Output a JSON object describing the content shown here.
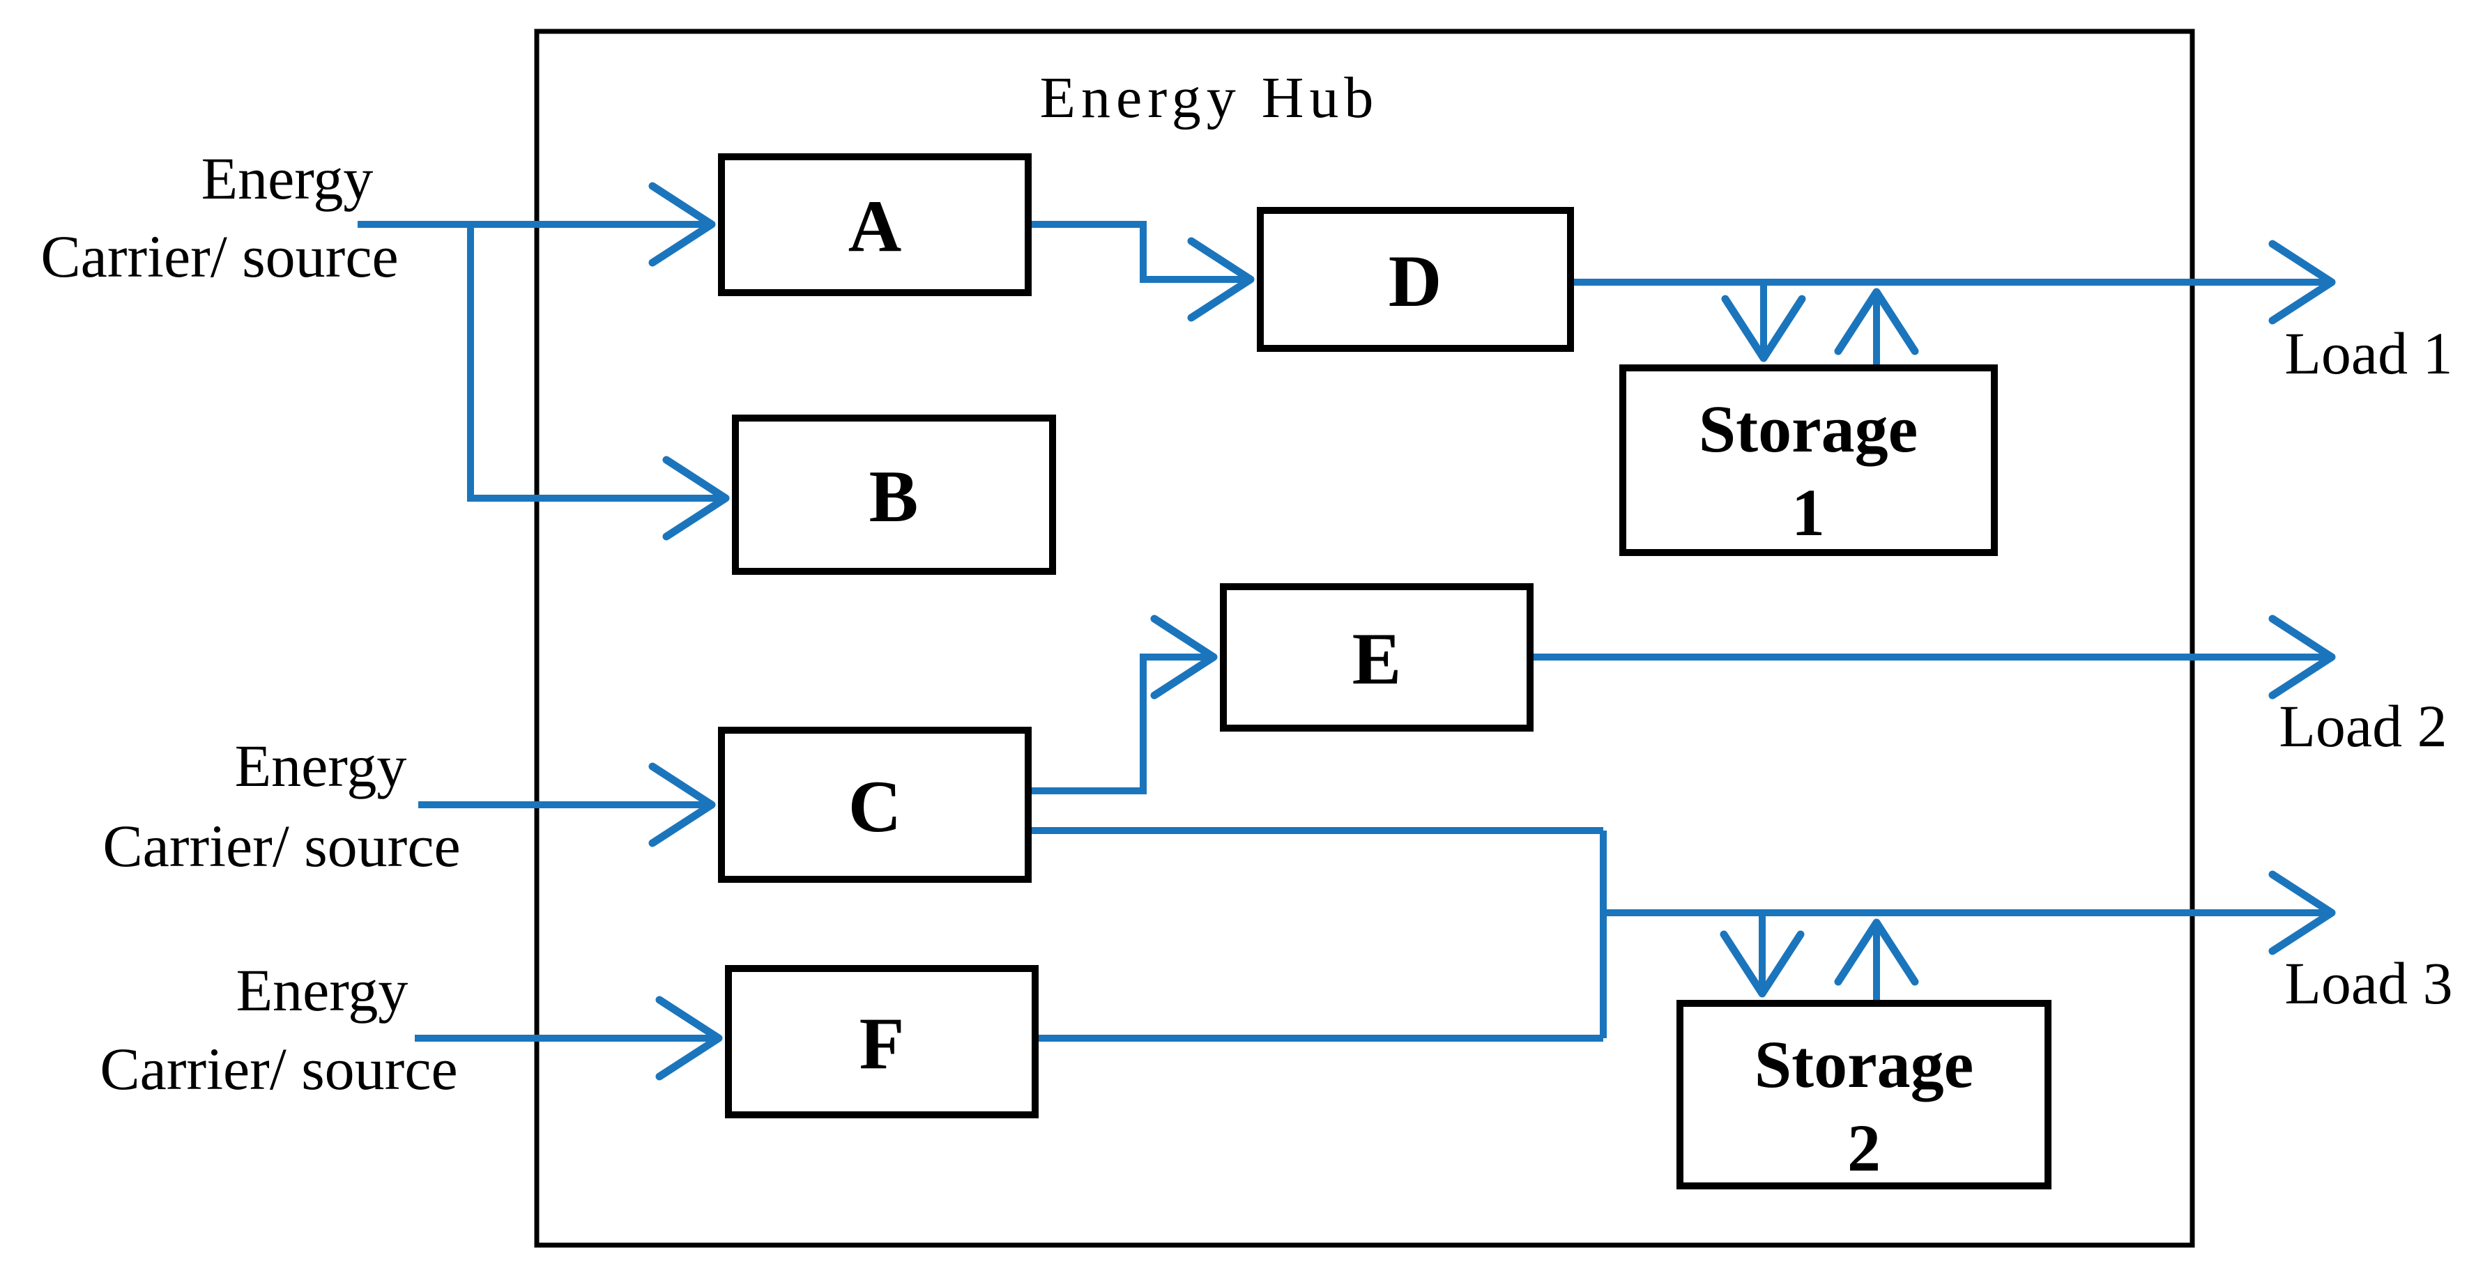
{
  "diagram": {
    "title": "Energy Hub",
    "inputs": [
      {
        "line1": "Energy",
        "line2": "Carrier/ source"
      },
      {
        "line1": "Energy",
        "line2": "Carrier/ source"
      },
      {
        "line1": "Energy",
        "line2": "Carrier/ source"
      }
    ],
    "converters": {
      "a": {
        "label": "A"
      },
      "b": {
        "label": "B"
      },
      "c": {
        "label": "C"
      },
      "d": {
        "label": "D"
      },
      "e": {
        "label": "E"
      },
      "f": {
        "label": "F"
      }
    },
    "storages": [
      {
        "line1": "Storage",
        "line2": "1"
      },
      {
        "line1": "Storage",
        "line2": "2"
      }
    ],
    "outputs": [
      {
        "label": "Load 1"
      },
      {
        "label": "Load 2"
      },
      {
        "label": "Load 3"
      }
    ],
    "colors": {
      "flow_line": "#1B75BC",
      "box_border": "#000000",
      "text": "#000000",
      "background": "#FFFFFF"
    }
  }
}
